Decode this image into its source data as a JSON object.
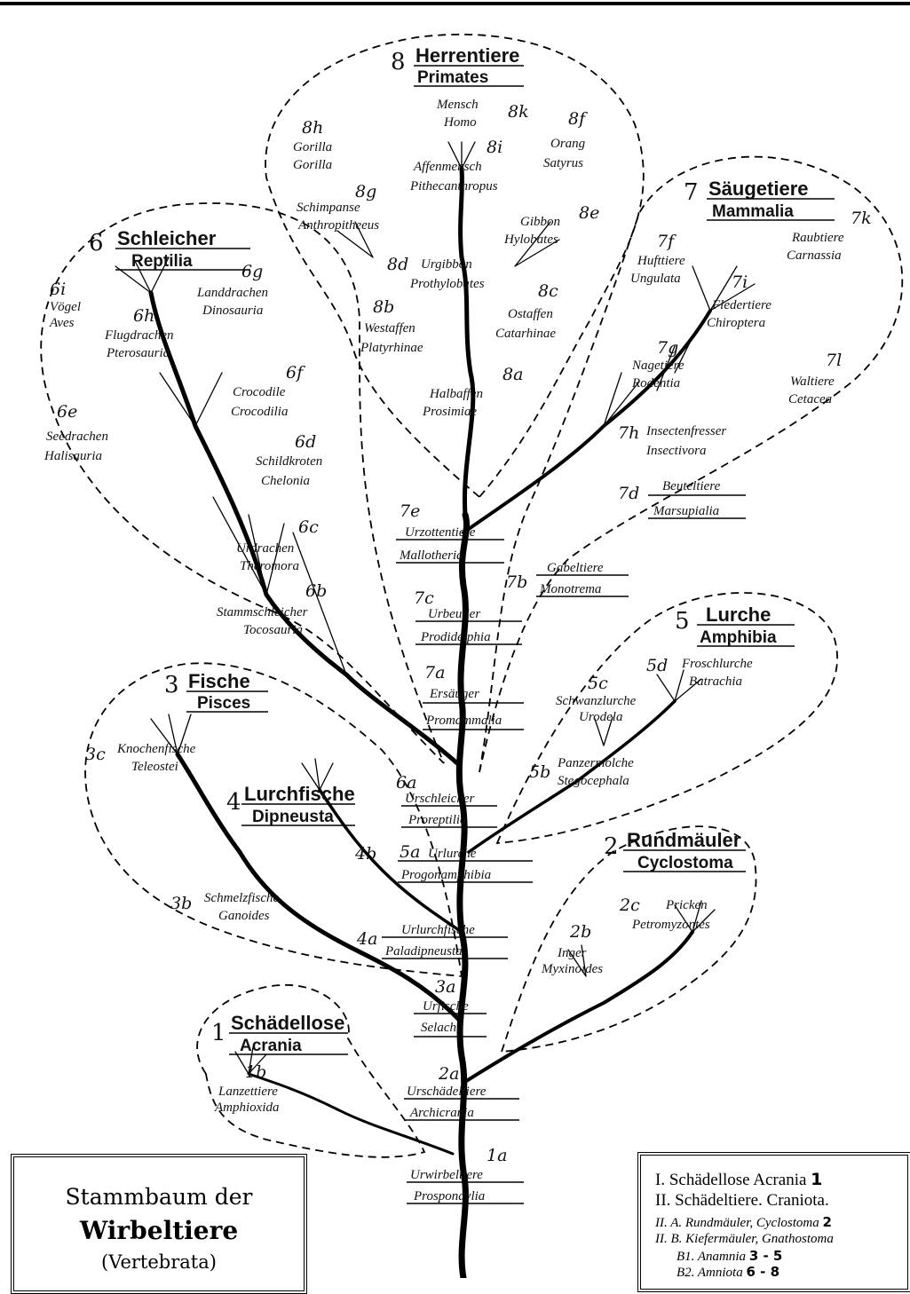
{
  "title": {
    "line1": "Stammbaum der",
    "line2": "Wirbeltiere",
    "line3": "(Vertebrata)"
  },
  "legend": [
    {
      "text": "I. Schädellose Acrania",
      "num": "1"
    },
    {
      "text": "II. Schädeltiere. Craniota.",
      "num": ""
    },
    {
      "text": "II. A. Rundmäuler, Cyclostoma",
      "num": "2"
    },
    {
      "text": "II. B. Kiefermäuler, Gnathostoma",
      "num": ""
    },
    {
      "text": "B1. Anamnia",
      "num": "3 - 5"
    },
    {
      "text": "B2. Amniota",
      "num": "6 - 8"
    }
  ],
  "groups": [
    {
      "id": "1",
      "german": "Schädellose",
      "latin": "Acrania"
    },
    {
      "id": "2",
      "german": "Rundmäuler",
      "latin": "Cyclostoma"
    },
    {
      "id": "3",
      "german": "Fische",
      "latin": "Pisces"
    },
    {
      "id": "4",
      "german": "Lurchfische",
      "latin": "Dipneusta"
    },
    {
      "id": "5",
      "german": "Lurche",
      "latin": "Amphibia"
    },
    {
      "id": "6",
      "german": "Schleicher",
      "latin": "Reptilia"
    },
    {
      "id": "7",
      "german": "Säugetiere",
      "latin": "Mammalia"
    },
    {
      "id": "8",
      "german": "Herrentiere",
      "latin": "Primates"
    }
  ],
  "nodes": [
    {
      "id": "1a",
      "german": "Urwirbeltiere",
      "latin": "Prospondylia"
    },
    {
      "id": "1b",
      "german": "Lanzettiere",
      "latin": "Amphioxida"
    },
    {
      "id": "2a",
      "german": "Urschädeltiere",
      "latin": "Archicrania"
    },
    {
      "id": "2b",
      "german": "Inger",
      "latin": "Myxinoides"
    },
    {
      "id": "2c",
      "german": "Pricken",
      "latin": "Petromyzontes"
    },
    {
      "id": "3a",
      "german": "Urfische",
      "latin": "Selachii"
    },
    {
      "id": "3b",
      "german": "Schmelzfische",
      "latin": "Ganoides"
    },
    {
      "id": "3c",
      "german": "Knochenfische",
      "latin": "Teleostei"
    },
    {
      "id": "4a",
      "german": "Urlurchfische",
      "latin": "Paladipneusta"
    },
    {
      "id": "4b",
      "german": "",
      "latin": ""
    },
    {
      "id": "5a",
      "german": "Urlurche",
      "latin": "Progonamphibia"
    },
    {
      "id": "5b",
      "german": "Panzermolche",
      "latin": "Stegocephala"
    },
    {
      "id": "5c",
      "german": "Schwanzlurche",
      "latin": "Urodela"
    },
    {
      "id": "5d",
      "german": "Froschlurche",
      "latin": "Batrachia"
    },
    {
      "id": "6a",
      "german": "Urschleicher",
      "latin": "Proreptilia"
    },
    {
      "id": "6b",
      "german": "Stammschleicher",
      "latin": "Tocosauria"
    },
    {
      "id": "6c",
      "german": "Urdrachen",
      "latin": "Theromora"
    },
    {
      "id": "6d",
      "german": "Schildkroten",
      "latin": "Chelonia"
    },
    {
      "id": "6e",
      "german": "Seedrachen",
      "latin": "Halisauria"
    },
    {
      "id": "6f",
      "german": "Crocodile",
      "latin": "Crocodilia"
    },
    {
      "id": "6g",
      "german": "Landdrachen",
      "latin": "Dinosauria"
    },
    {
      "id": "6h",
      "german": "Flugdrachen",
      "latin": "Pterosauria"
    },
    {
      "id": "6i",
      "german": "Vögel",
      "latin": "Aves"
    },
    {
      "id": "7a",
      "german": "Ersäuger",
      "latin": "Promammalia"
    },
    {
      "id": "7b",
      "german": "Gabeltiere",
      "latin": "Monotrema"
    },
    {
      "id": "7c",
      "german": "Urbeutler",
      "latin": "Prodidelphia"
    },
    {
      "id": "7d",
      "german": "Beuteltiere",
      "latin": "Marsupialia"
    },
    {
      "id": "7e",
      "german": "Urzottentiere",
      "latin": "Mallotheria"
    },
    {
      "id": "7f",
      "german": "Hufttiere",
      "latin": "Ungulata"
    },
    {
      "id": "7g",
      "german": "Nagetiere",
      "latin": "Rodentia"
    },
    {
      "id": "7h",
      "german": "Insectenfresser",
      "latin": "Insectivora"
    },
    {
      "id": "7i",
      "german": "Fledertiere",
      "latin": "Chiroptera"
    },
    {
      "id": "7k",
      "german": "Raubtiere",
      "latin": "Carnassia"
    },
    {
      "id": "7l",
      "german": "Waltiere",
      "latin": "Cetacea"
    },
    {
      "id": "8a",
      "german": "Halbaffen",
      "latin": "Prosimiae"
    },
    {
      "id": "8b",
      "german": "Westaffen",
      "latin": "Platyrhinae"
    },
    {
      "id": "8c",
      "german": "Ostaffen",
      "latin": "Catarhinae"
    },
    {
      "id": "8d",
      "german": "Urgibbon",
      "latin": "Prothylobates"
    },
    {
      "id": "8e",
      "german": "Gibbon",
      "latin": "Hylobates"
    },
    {
      "id": "8f",
      "german": "Orang",
      "latin": "Satyrus"
    },
    {
      "id": "8g",
      "german": "Schimpanse",
      "latin": "Anthropitheeus"
    },
    {
      "id": "8h",
      "german": "Gorilla",
      "latin": "Gorilla"
    },
    {
      "id": "8i",
      "german": "Affenmensch",
      "latin": "Pithecanthropus"
    },
    {
      "id": "8k",
      "german": "Mensch",
      "latin": "Homo"
    }
  ]
}
